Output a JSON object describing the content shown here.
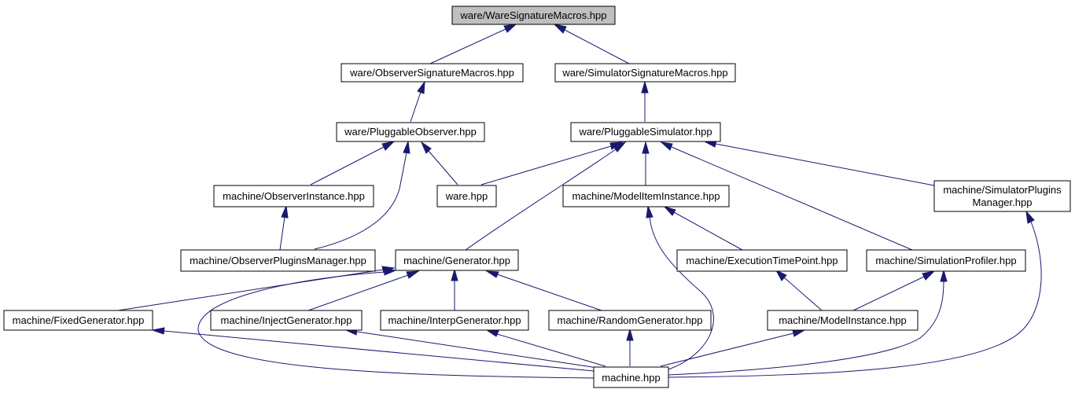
{
  "graph": {
    "nodes": {
      "root": "ware/WareSignatureMacros.hpp",
      "observer_sig": "ware/ObserverSignatureMacros.hpp",
      "simulator_sig": "ware/SimulatorSignatureMacros.hpp",
      "pluggable_observer": "ware/PluggableObserver.hpp",
      "pluggable_simulator": "ware/PluggableSimulator.hpp",
      "observer_instance": "machine/ObserverInstance.hpp",
      "ware": "ware.hpp",
      "model_item_instance": "machine/ModelItemInstance.hpp",
      "simulator_plugins_manager_l1": "machine/SimulatorPlugins",
      "simulator_plugins_manager_l2": "Manager.hpp",
      "observer_plugins_manager": "machine/ObserverPluginsManager.hpp",
      "generator": "machine/Generator.hpp",
      "execution_time_point": "machine/ExecutionTimePoint.hpp",
      "simulation_profiler": "machine/SimulationProfiler.hpp",
      "fixed_generator": "machine/FixedGenerator.hpp",
      "inject_generator": "machine/InjectGenerator.hpp",
      "interp_generator": "machine/InterpGenerator.hpp",
      "random_generator": "machine/RandomGenerator.hpp",
      "model_instance": "machine/ModelInstance.hpp",
      "machine": "machine.hpp"
    },
    "edges": [
      [
        "observer_sig",
        "root"
      ],
      [
        "simulator_sig",
        "root"
      ],
      [
        "pluggable_observer",
        "observer_sig"
      ],
      [
        "pluggable_simulator",
        "simulator_sig"
      ],
      [
        "observer_instance",
        "pluggable_observer"
      ],
      [
        "observer_plugins_manager",
        "pluggable_observer"
      ],
      [
        "ware",
        "pluggable_observer"
      ],
      [
        "ware",
        "pluggable_simulator"
      ],
      [
        "generator",
        "pluggable_simulator"
      ],
      [
        "model_item_instance",
        "pluggable_simulator"
      ],
      [
        "simulation_profiler",
        "pluggable_simulator"
      ],
      [
        "simulator_plugins_manager",
        "pluggable_simulator"
      ],
      [
        "observer_plugins_manager",
        "observer_instance"
      ],
      [
        "execution_time_point",
        "model_item_instance"
      ],
      [
        "machine",
        "model_item_instance"
      ],
      [
        "fixed_generator",
        "generator"
      ],
      [
        "inject_generator",
        "generator"
      ],
      [
        "interp_generator",
        "generator"
      ],
      [
        "random_generator",
        "generator"
      ],
      [
        "machine",
        "generator"
      ],
      [
        "model_instance",
        "execution_time_point"
      ],
      [
        "model_instance",
        "simulation_profiler"
      ],
      [
        "machine",
        "simulation_profiler"
      ],
      [
        "machine",
        "simulator_plugins_manager"
      ],
      [
        "machine",
        "fixed_generator"
      ],
      [
        "machine",
        "inject_generator"
      ],
      [
        "machine",
        "interp_generator"
      ],
      [
        "machine",
        "random_generator"
      ],
      [
        "machine",
        "model_instance"
      ]
    ],
    "colors": {
      "edge": "#191970",
      "root_fill": "#bfbfbf",
      "node_fill": "#ffffff",
      "border": "#000000"
    }
  }
}
